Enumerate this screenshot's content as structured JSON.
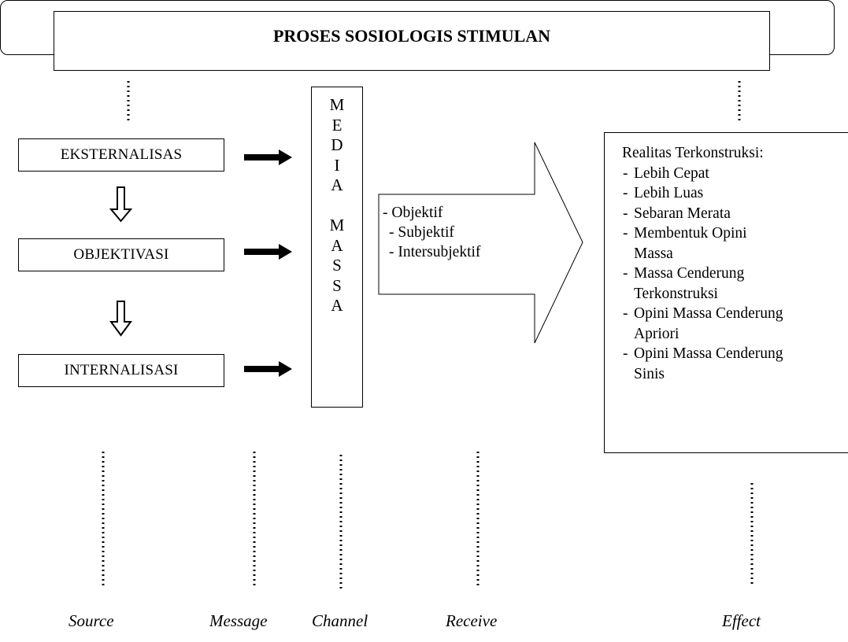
{
  "title": "PROSES SOSIOLOGIS STIMULAN",
  "stages": [
    "EKSTERNALISAS",
    "OBJEKTIVASI",
    "INTERNALISASI"
  ],
  "media": {
    "line1": [
      "M",
      "E",
      "D",
      "I",
      "A"
    ],
    "line2": [
      "M",
      "A",
      "S",
      "S",
      "A"
    ]
  },
  "receive_items": [
    "- Objektif",
    "- Subjektif",
    "- Intersubjektif"
  ],
  "effect": {
    "heading": "Realitas Terkonstruksi:",
    "items": [
      "Lebih Cepat",
      "Lebih Luas",
      "Sebaran Merata",
      "Membentuk Opini Massa",
      "Massa Cenderung Terkonstruksi",
      "Opini Massa Cenderung Apriori",
      "Opini Massa Cenderung Sinis"
    ]
  },
  "footer_labels": [
    "Source",
    "Message",
    "Channel",
    "Receive",
    "Effect"
  ]
}
